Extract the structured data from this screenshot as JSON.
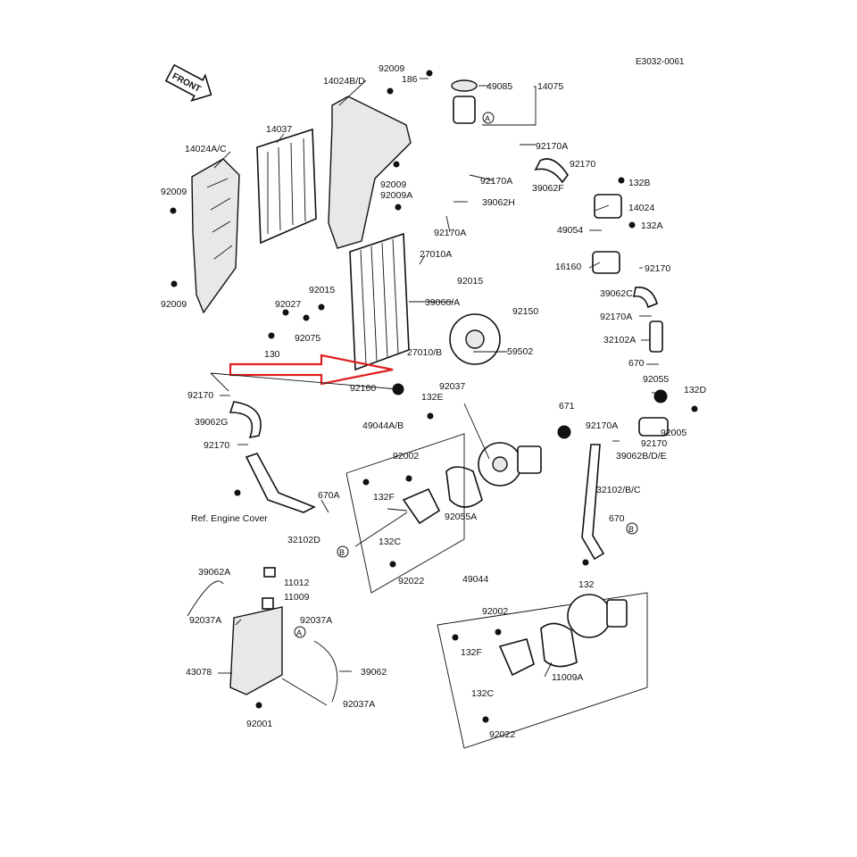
{
  "diagram": {
    "code": "E3032-0061",
    "front_label": "FRONT",
    "ref_text": "Ref. Engine Cover",
    "highlight_color": "#e02020",
    "circle_markers": [
      "A",
      "B"
    ],
    "labels": [
      "92009",
      "186",
      "49085",
      "14075",
      "14024B/D",
      "14037",
      "14024A/C",
      "92009",
      "92009",
      "92009A",
      "92009",
      "39062H",
      "92170A",
      "92170A",
      "39062F",
      "92170",
      "132B",
      "14024",
      "49054",
      "132A",
      "92170A",
      "27010A",
      "16160",
      "92170",
      "92015",
      "92015",
      "39062C",
      "39060/A",
      "92027",
      "92150",
      "92170A",
      "92075",
      "130",
      "32102A",
      "27010/B",
      "59502",
      "670",
      "92170",
      "92160",
      "92037",
      "132E",
      "92055",
      "132D",
      "671",
      "39062G",
      "49044A/B",
      "92170A",
      "92005",
      "92170",
      "92170",
      "39062B/D/E",
      "92002",
      "132F",
      "670A",
      "92055A",
      "32102/B/C",
      "32102D",
      "670",
      "132C",
      "92022",
      "132",
      "39062A",
      "11012",
      "11009",
      "49044",
      "92037A",
      "92037A",
      "92002",
      "132F",
      "43078",
      "39062",
      "11009A",
      "132C",
      "92037A",
      "92001",
      "92022"
    ]
  }
}
